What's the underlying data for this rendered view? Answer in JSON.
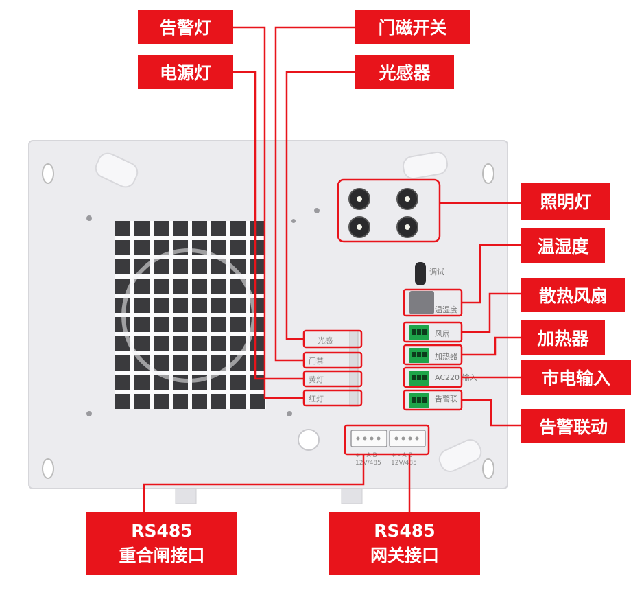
{
  "callouts": {
    "alarm_light": "告警灯",
    "door_switch": "门磁开关",
    "power_light": "电源灯",
    "light_sensor": "光感器",
    "lighting": "照明灯",
    "temp_humidity": "温湿度",
    "cooling_fan": "散热风扇",
    "heater": "加热器",
    "mains_input": "市电输入",
    "alarm_link": "告警联动",
    "rs485_recloser_line1": "RS485",
    "rs485_recloser_line2": "重合闸接口",
    "rs485_gateway_line1": "RS485",
    "rs485_gateway_line2": "网关接口"
  },
  "board_labels": {
    "light_sensor": "光感",
    "door": "门禁",
    "yellow_light": "黄灯",
    "red_light": "红灯",
    "debug": "调试",
    "temp_humidity": "温湿度",
    "fan": "风扇",
    "heater": "加热器",
    "ac_input": "AC220 输入",
    "alarm_link": "告警联",
    "port1_pins": "+  -  A  B",
    "port1_spec": "12V/485",
    "port2_pins": "+  -  A  B",
    "port2_spec": "12V/485"
  },
  "colors": {
    "accent_red": "#e8141b",
    "panel": "#ececef",
    "grille": "#3a3a3d",
    "terminal_green": "#1ea54a"
  },
  "icons": [
    "led-lamp-icon",
    "usb-c-port-icon",
    "fan-blade-icon"
  ]
}
